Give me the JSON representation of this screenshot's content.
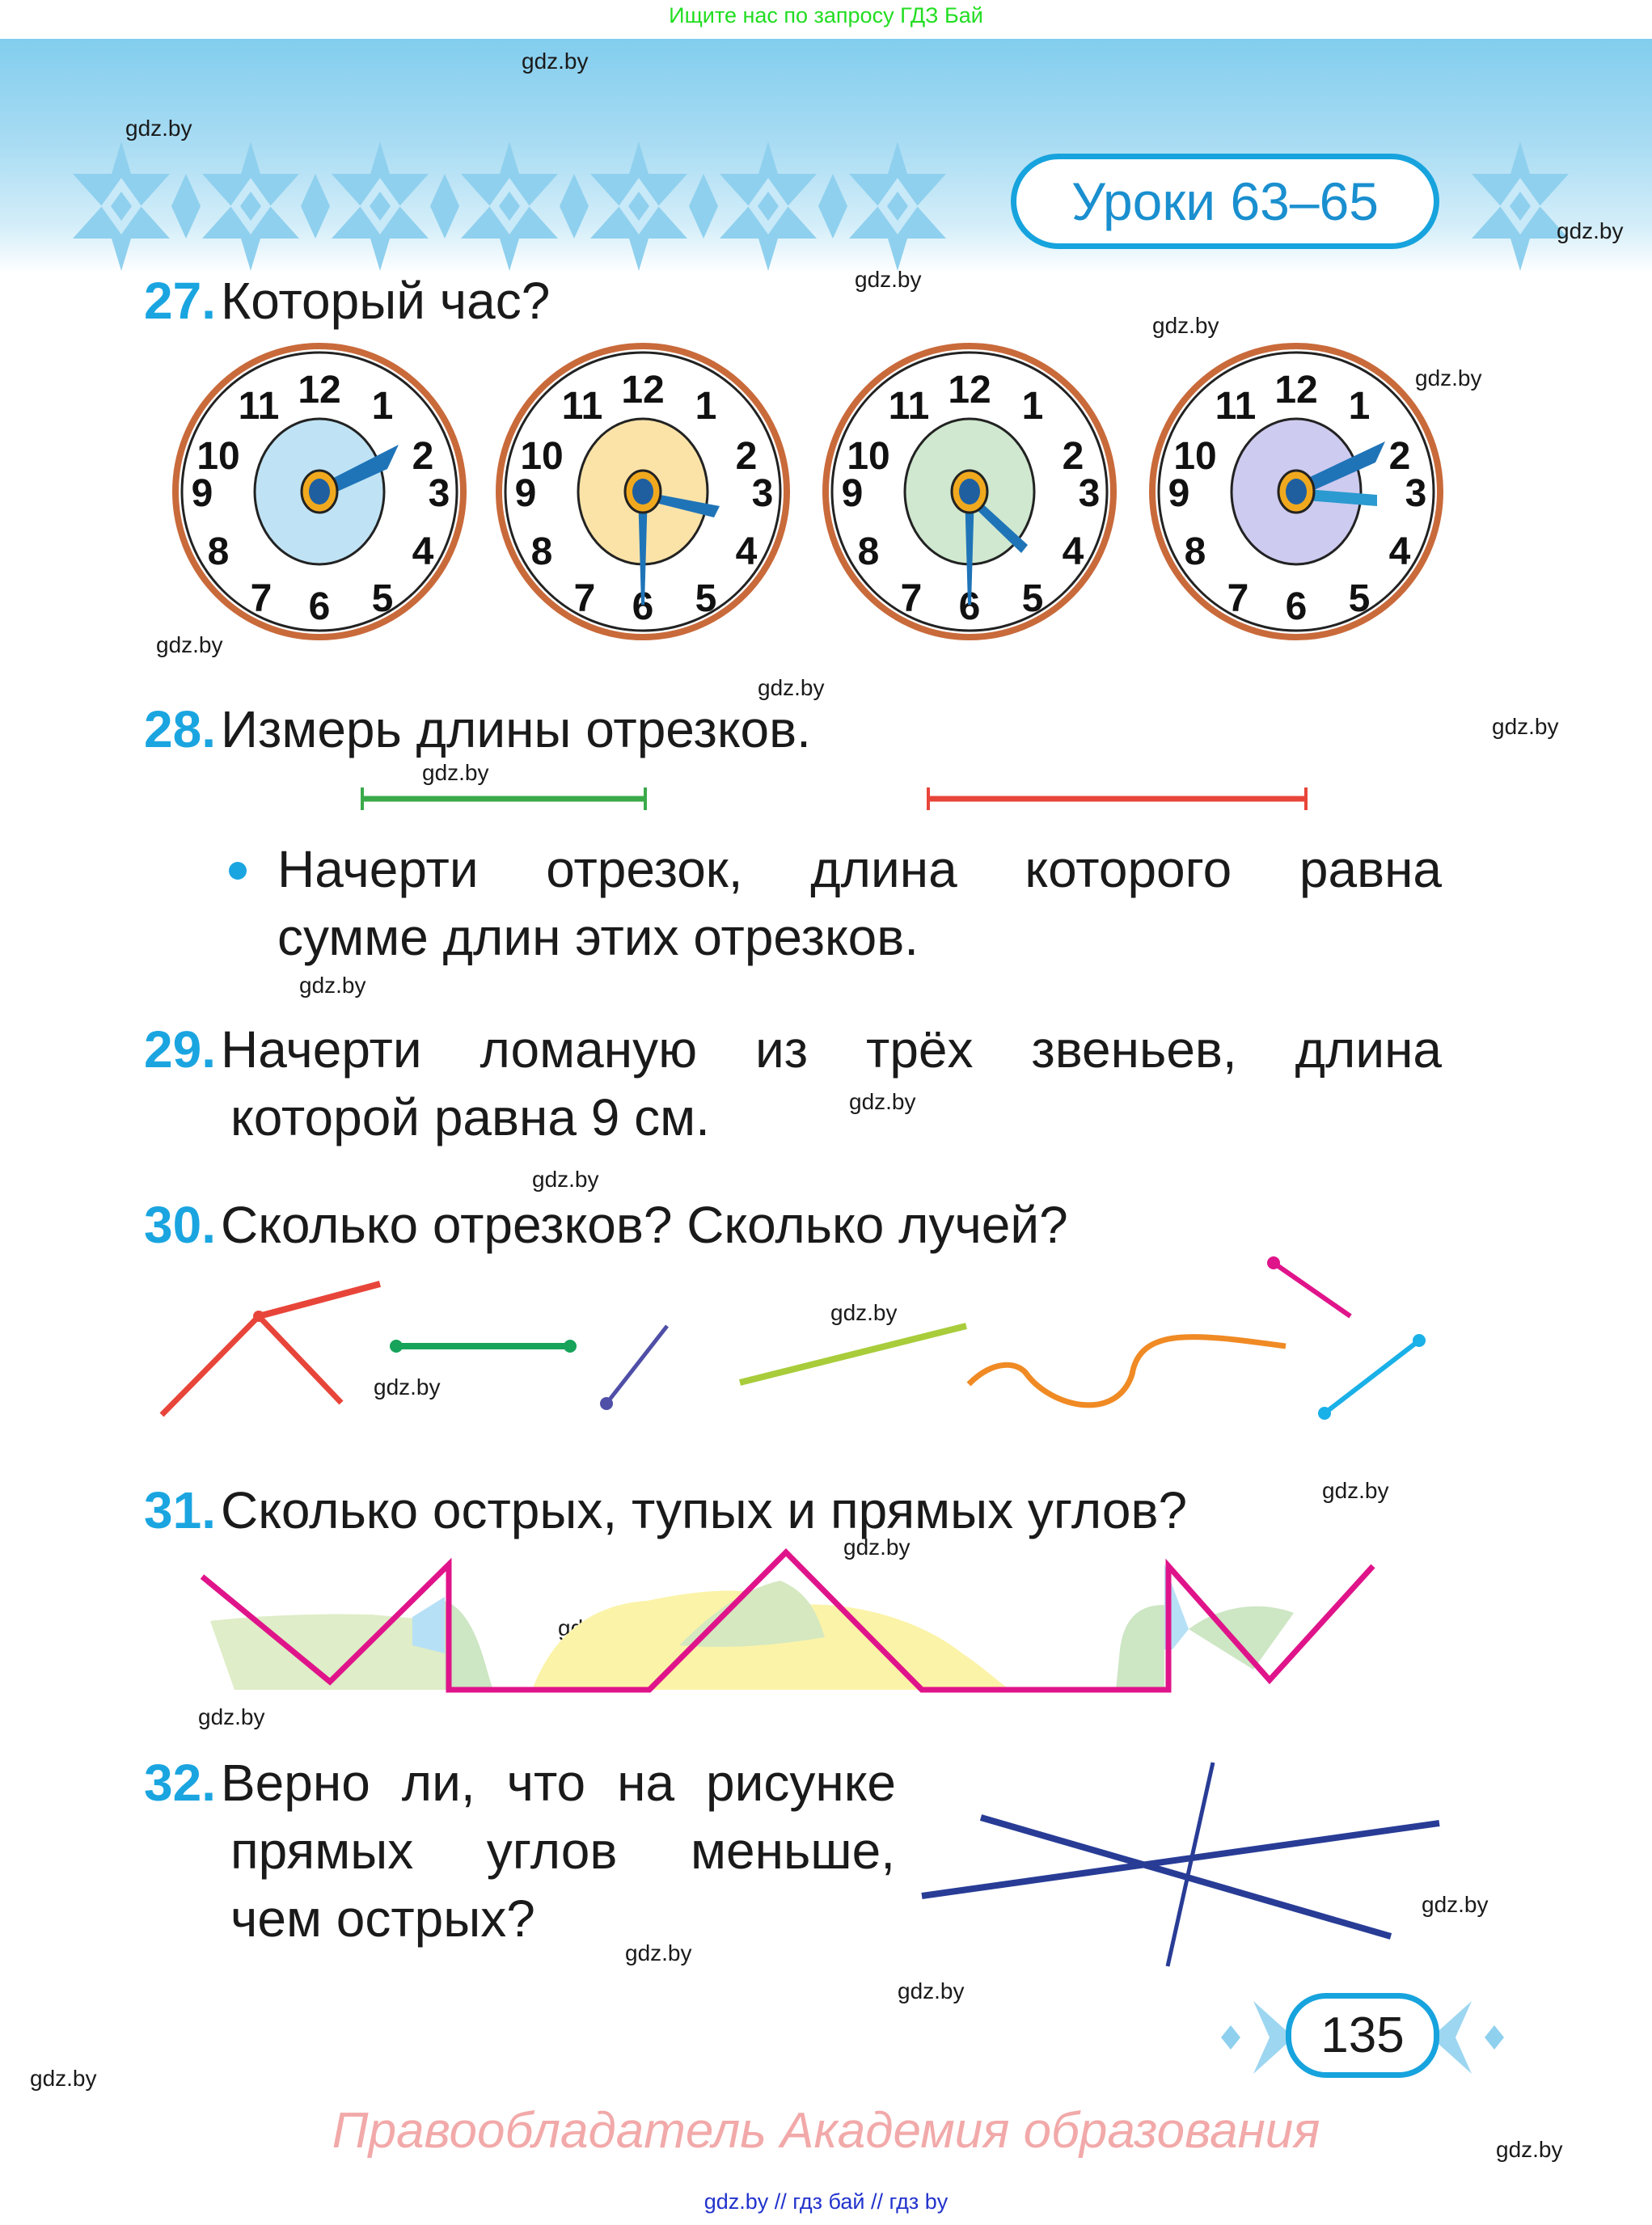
{
  "top_note": "Ищите нас по запросу ГДЗ Бай",
  "header": {
    "lesson_badge": "Уроки 63–65",
    "band_color": "#82cdee",
    "accent_color": "#17a3dd"
  },
  "watermark": "gdz.by",
  "tasks": [
    {
      "number": "27.",
      "text": "Который час?",
      "clocks": [
        {
          "face_color": "#bfe3f5",
          "hour_points_to": 2,
          "minute_points_to": 2,
          "label": "clock-1"
        },
        {
          "face_color": "#fbe3a8",
          "hour_points_to": 3,
          "minute_points_to": 6,
          "label": "clock-2"
        },
        {
          "face_color": "#cfe8cf",
          "hour_points_to": 4,
          "minute_points_to": 6,
          "label": "clock-3"
        },
        {
          "face_color": "#cdcbef",
          "hour_points_to": 3,
          "minute_points_to": 2,
          "label": "clock-4"
        }
      ],
      "clock_numbers": [
        "12",
        "1",
        "2",
        "3",
        "4",
        "5",
        "6",
        "7",
        "8",
        "9",
        "10",
        "11"
      ]
    },
    {
      "number": "28.",
      "text": "Измерь длины отрезков.",
      "segments": [
        {
          "color": "#3aaa4a"
        },
        {
          "color": "#e8453a"
        }
      ],
      "bullet_line_1": "Начерти отрезок, длина которого равна",
      "bullet_line_2": "сумме длин этих отрезков."
    },
    {
      "number": "29.",
      "line_1": "Начерти ломаную из трёх звеньев, длина",
      "line_2": "которой равна 9 см."
    },
    {
      "number": "30.",
      "text": "Сколько отрезков? Сколько лучей?"
    },
    {
      "number": "31.",
      "text": "Сколько острых, тупых и прямых углов?"
    },
    {
      "number": "32.",
      "line_1": "Верно ли, что на рисунке",
      "line_2": "прямых углов меньше,",
      "line_3": "чем острых?"
    }
  ],
  "page_number": "135",
  "copyright": "Правообладатель Академия образования",
  "footer_links": "gdz.by  //  гдз бай  //  гдз by"
}
